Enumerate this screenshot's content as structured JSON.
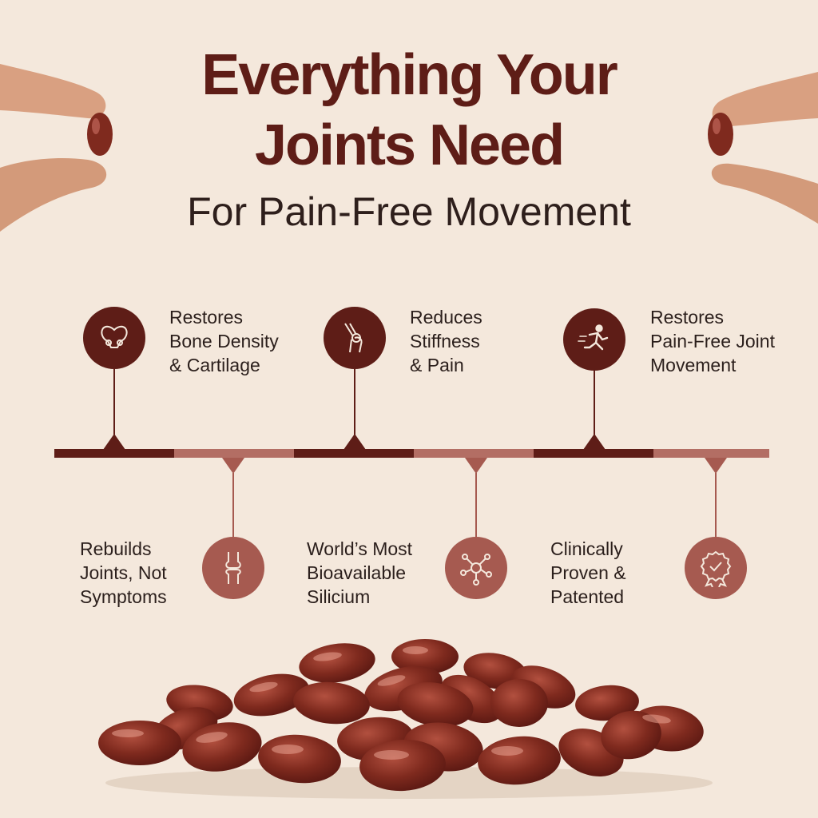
{
  "headline": {
    "line1": "Everything Your",
    "line2": "Joints Need",
    "subtitle": "For Pain-Free Movement"
  },
  "benefits_top": [
    {
      "lines": [
        "Restores",
        "Bone Density",
        "& Cartilage"
      ],
      "icon": "pelvis-icon"
    },
    {
      "lines": [
        "Reduces",
        "Stiffness",
        "& Pain"
      ],
      "icon": "knee-icon"
    },
    {
      "lines": [
        "Restores",
        "Pain-Free Joint",
        "Movement"
      ],
      "icon": "runner-icon"
    }
  ],
  "benefits_bottom": [
    {
      "lines": [
        "Rebuilds",
        "Joints, Not",
        "Symptoms"
      ],
      "icon": "joint-icon"
    },
    {
      "lines": [
        "World’s Most",
        "Bioavailable",
        "Silicium"
      ],
      "icon": "molecule-icon"
    },
    {
      "lines": [
        "Clinically",
        "Proven &",
        "Patented"
      ],
      "icon": "badge-icon"
    }
  ],
  "colors": {
    "background": "#f4e8dc",
    "brand_dark": "#5e1d17",
    "brand_light": "#a65a50",
    "capsule": "#7f2a1e"
  }
}
